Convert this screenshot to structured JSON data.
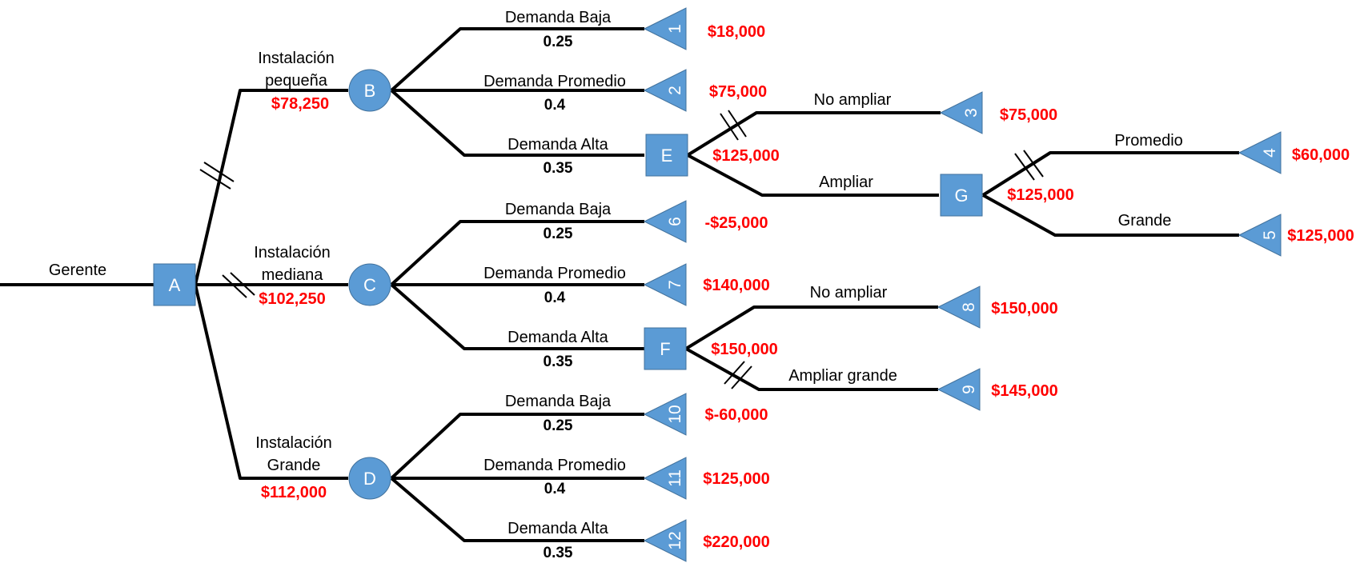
{
  "colors": {
    "node_fill": "#5b9bd5",
    "node_stroke": "#41719c",
    "value": "#ff0000",
    "line": "#000000"
  },
  "root": {
    "label": "Gerente"
  },
  "decision_nodes": {
    "A": {
      "label": "A"
    },
    "E": {
      "label": "E",
      "value": "$125,000"
    },
    "F": {
      "label": "F",
      "value": "$150,000"
    },
    "G": {
      "label": "G",
      "value": "$125,000"
    }
  },
  "chance_nodes": {
    "B": {
      "label": "B",
      "name_line1": "Instalación",
      "name_line2": "pequeña",
      "value": "$78,250"
    },
    "C": {
      "label": "C",
      "name_line1": "Instalación",
      "name_line2": "mediana",
      "value": "$102,250"
    },
    "D": {
      "label": "D",
      "name_line1": "Instalación",
      "name_line2": "Grande",
      "value": "$112,000"
    }
  },
  "branches": {
    "B1": {
      "name": "Demanda Baja",
      "prob": "0.25"
    },
    "B2": {
      "name": "Demanda Promedio",
      "prob": "0.4"
    },
    "B3": {
      "name": "Demanda Alta",
      "prob": "0.35"
    },
    "C1": {
      "name": "Demanda Baja",
      "prob": "0.25"
    },
    "C2": {
      "name": "Demanda Promedio",
      "prob": "0.4"
    },
    "C3": {
      "name": "Demanda Alta",
      "prob": "0.35"
    },
    "D1": {
      "name": "Demanda Baja",
      "prob": "0.25"
    },
    "D2": {
      "name": "Demanda Promedio",
      "prob": "0.4"
    },
    "D3": {
      "name": "Demanda Alta",
      "prob": "0.35"
    },
    "E1": {
      "name": "No ampliar"
    },
    "E2": {
      "name": "Ampliar"
    },
    "F1": {
      "name": "No ampliar"
    },
    "F2": {
      "name": "Ampliar grande"
    },
    "G1": {
      "name": "Promedio"
    },
    "G2": {
      "name": "Grande"
    }
  },
  "leaves": {
    "L1": {
      "label": "1",
      "value": "$18,000"
    },
    "L2": {
      "label": "2",
      "value": "$75,000"
    },
    "L3": {
      "label": "3",
      "value": "$75,000"
    },
    "L4": {
      "label": "4",
      "value": "$60,000"
    },
    "L5": {
      "label": "5",
      "value": "$125,000"
    },
    "L6": {
      "label": "6",
      "value": "-$25,000"
    },
    "L7": {
      "label": "7",
      "value": "$140,000"
    },
    "L8": {
      "label": "8",
      "value": "$150,000"
    },
    "L9": {
      "label": "9",
      "value": "$145,000"
    },
    "L10": {
      "label": "10",
      "value": "$-60,000"
    },
    "L11": {
      "label": "11",
      "value": "$125,000"
    },
    "L12": {
      "label": "12",
      "value": "$220,000"
    }
  }
}
